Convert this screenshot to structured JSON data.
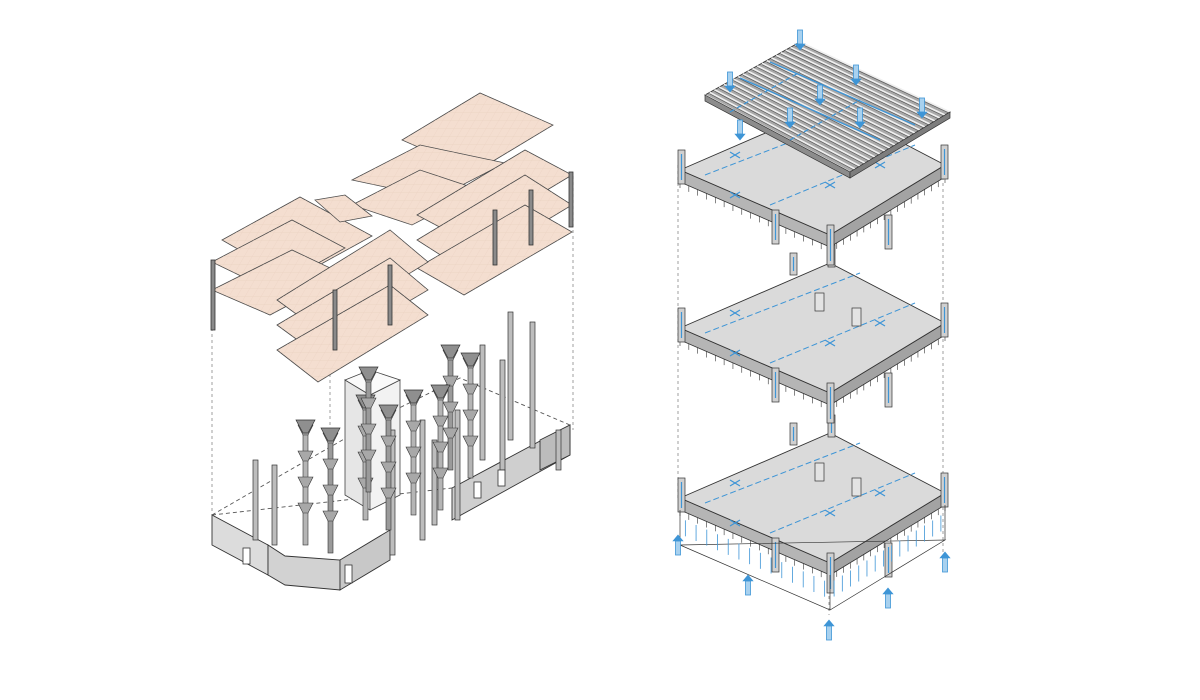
{
  "diagram": {
    "colors": {
      "background": "#ffffff",
      "slab_left": "#f4ded0",
      "slab_left_stroke": "#4a4a4a",
      "slab_right": "#cfcfcf",
      "slab_right_top": "#dadada",
      "column": "#bdbdbd",
      "wall": "#d9d9d9",
      "line": "#333333",
      "accent": "#3e95d6",
      "accent_fill": "#a8d1ef"
    },
    "left_assembly": {
      "upper_structure": "floor-plates",
      "lower_structure": "ground-floor-walls-and-tree-columns"
    },
    "right_assembly": {
      "levels": [
        "roof-grid-slab",
        "middle-slab",
        "ground-slab"
      ],
      "load_arrows": "blue"
    }
  }
}
